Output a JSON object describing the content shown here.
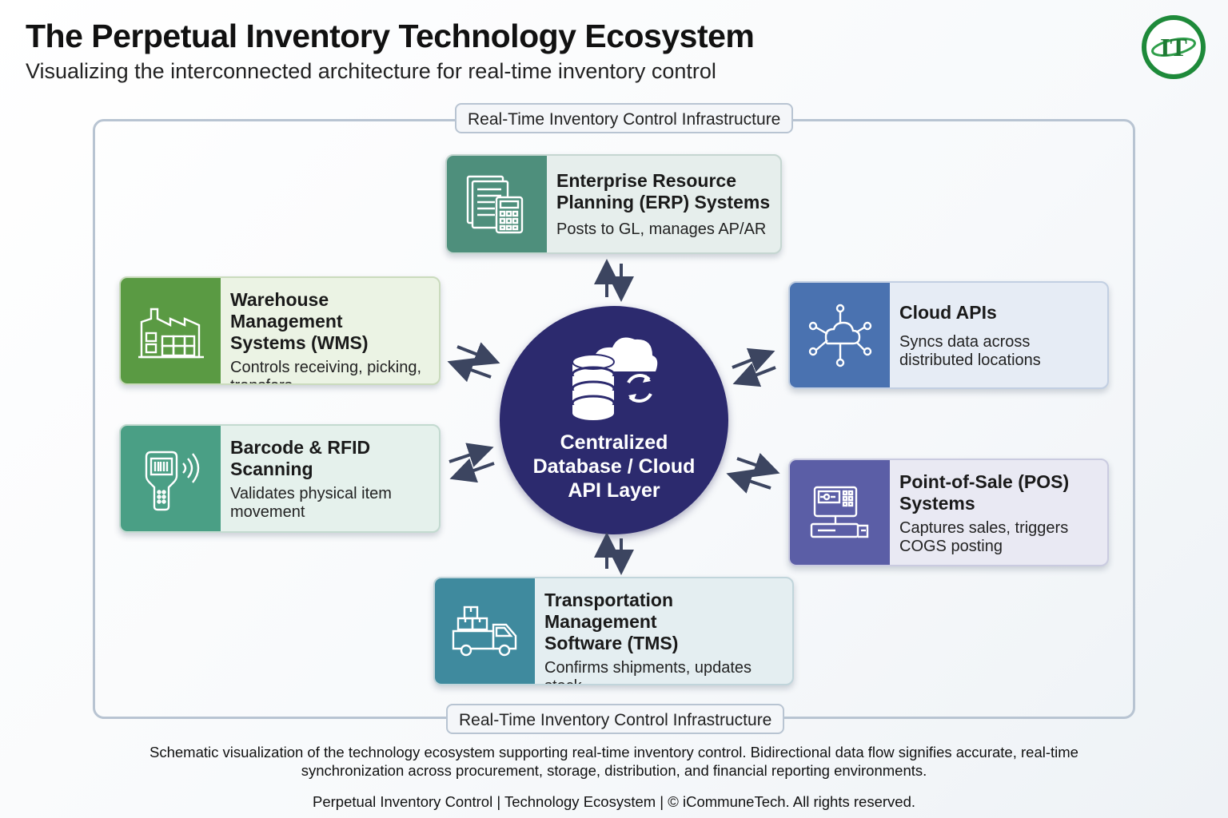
{
  "header": {
    "title": "The Perpetual Inventory Technology Ecosystem",
    "subtitle": "Visualizing the interconnected architecture for real-time inventory control",
    "logo_text": "IT"
  },
  "frame": {
    "top_label": "Real-Time Inventory Control Infrastructure",
    "bottom_label": "Real-Time Inventory Control Infrastructure"
  },
  "hub": {
    "label_lines": [
      "Centralized",
      "Database / Cloud",
      "API Layer"
    ]
  },
  "nodes": {
    "erp": {
      "title_lines": [
        "Enterprise Resource",
        "Planning (ERP) Systems"
      ],
      "desc_lines": [
        "Posts to GL, manages AP/AR"
      ],
      "color": "#4e8f7c"
    },
    "wms": {
      "title_lines": [
        "Warehouse Management",
        "Systems (WMS)"
      ],
      "desc_lines": [
        "Controls receiving, picking,",
        "transfers"
      ],
      "color": "#5a9a43"
    },
    "barcode": {
      "title_lines": [
        "Barcode & RFID",
        "Scanning"
      ],
      "desc_lines": [
        "Validates physical item",
        "movement"
      ],
      "color": "#4a9f85"
    },
    "cloud": {
      "title_lines": [
        "Cloud APIs"
      ],
      "desc_lines": [
        "Syncs data across",
        "distributed locations"
      ],
      "color": "#4a72b0"
    },
    "pos": {
      "title_lines": [
        "Point-of-Sale (POS)",
        "Systems"
      ],
      "desc_lines": [
        "Captures sales, triggers",
        "COGS posting"
      ],
      "color": "#5b5ea6"
    },
    "tms": {
      "title_lines": [
        "Transportation Management",
        "Software (TMS)"
      ],
      "desc_lines": [
        "Confirms shipments, updates",
        "stock"
      ],
      "color": "#3f8a9e"
    }
  },
  "caption_lines": [
    "Schematic visualization of the technology ecosystem supporting real-time inventory control. Bidirectional data flow signifies accurate, real-time",
    "synchronization across procurement, storage, distribution, and financial reporting environments."
  ],
  "footer": "Perpetual Inventory Control | Technology Ecosystem | © iCommuneTech. All rights reserved.",
  "icons": [
    "documents-calculator-icon",
    "factory-icon",
    "barcode-scanner-icon",
    "cloud-network-icon",
    "pos-terminal-icon",
    "delivery-truck-icon",
    "database-cloud-sync-icon"
  ]
}
